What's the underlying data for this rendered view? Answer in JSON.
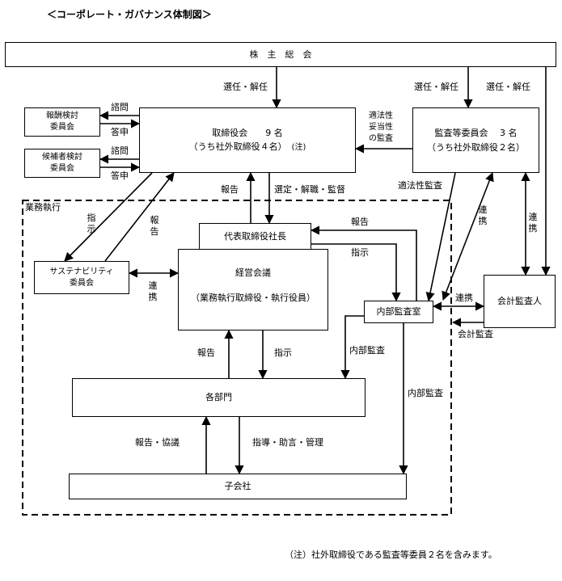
{
  "title": "＜コーポレート・ガバナンス体制図＞",
  "note": "（注）社外取締役である監査等委員２名を含みます。",
  "boxes": {
    "shareholders": "株　主　総　会",
    "board_line1": "取締役会　　9 名",
    "board_line2": "（うち社外取締役４名）",
    "board_note": "(注)",
    "audit_line1": "監査等委員会　 3 名",
    "audit_line2": "（うち社外取締役２名）",
    "remuneration_line1": "報酬検討",
    "remuneration_line2": "委員会",
    "nomination_line1": "候補者検討",
    "nomination_line2": "委員会",
    "sustainability_line1": "サステナビリティ",
    "sustainability_line2": "委員会",
    "president": "代表取締役社長",
    "management_line1": "経営会議",
    "management_line2": "（業務執行取締役・執行役員）",
    "internal_audit": "内部監査室",
    "accounting_auditor": "会計監査人",
    "departments": "各部門",
    "subsidiaries": "子会社"
  },
  "labels": {
    "elect_dismiss_1": "選任・解任",
    "elect_dismiss_2": "選任・解任",
    "elect_dismiss_3": "選任・解任",
    "consult_1": "諮問",
    "reply_1": "答申",
    "consult_2": "諮問",
    "reply_2": "答申",
    "legality_1": "適法性",
    "legality_2": "妥当性",
    "legality_3": "の監査",
    "report_board": "報告",
    "select_dismiss_supervise": "選定・解職・監督",
    "legality_audit": "適法性監査",
    "business_execution": "業務執行",
    "instruct_1": "指示",
    "report_sus": "報告",
    "cooperate_sus": "連携",
    "cooperate_audit": "連携",
    "cooperate_auditor": "連携",
    "cooperate_ia": "連携",
    "accounting_audit": "会計監査",
    "report_ia": "報告",
    "instruct_ia": "指示",
    "report_dept": "報告",
    "instruct_dept": "指示",
    "internal_audit_1": "内部監査",
    "internal_audit_2": "内部監査",
    "report_consult": "報告・協議",
    "guide_advise_manage": "指導・助言・管理"
  }
}
